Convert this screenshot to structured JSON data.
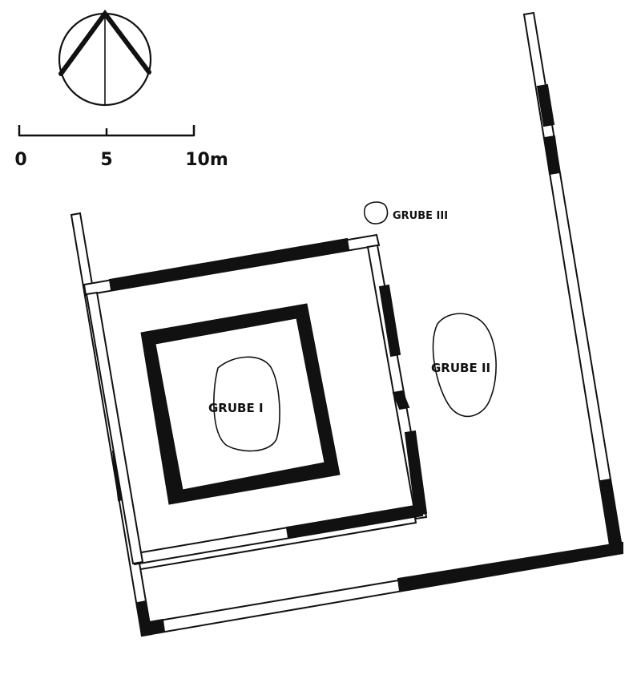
{
  "scale_bar": {
    "tick_0": "0",
    "tick_5": "5",
    "tick_10": "10m"
  },
  "pits": {
    "grube_1": "GRUBE I",
    "grube_2": "GRUBE II",
    "grube_3": "GRUBE III"
  },
  "colors": {
    "wall_fill": "#111111",
    "line": "#111111",
    "background": "#ffffff"
  }
}
